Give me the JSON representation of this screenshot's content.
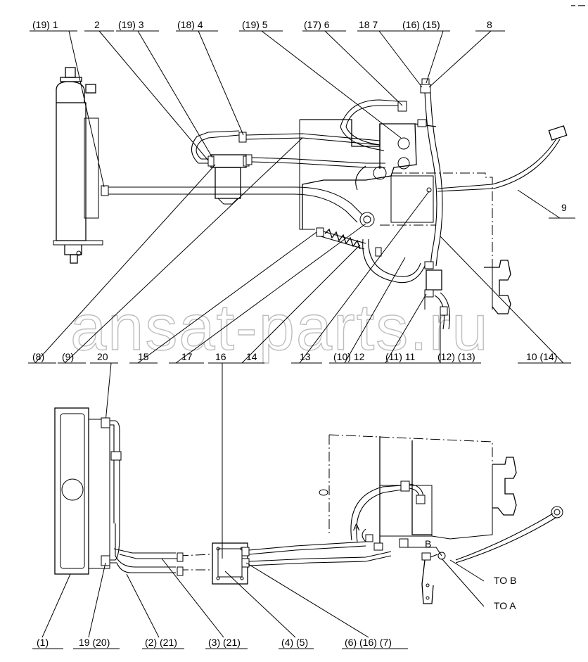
{
  "watermark": "ansat-parts.ru",
  "top_callouts": [
    "(19) 1",
    "2",
    "(19) 3",
    "(18) 4",
    "(19) 5",
    "(17) 6",
    "18 7",
    "(16) (15)",
    "8"
  ],
  "right_callouts": [
    "9",
    "10 (14)"
  ],
  "mid_callouts": [
    "(8)",
    "(9)",
    "20",
    "15",
    "17",
    "16",
    "14",
    "13",
    "(10) 12",
    "(11) 11",
    "(12) (13)"
  ],
  "bottom_callouts": [
    "(1)",
    "19 (20)",
    "(2) (21)",
    "(3) (21)",
    "(4) (5)",
    "(6) (16) (7)"
  ],
  "port_labels": [
    "A",
    "B"
  ],
  "to_labels": [
    "TO B",
    "TO A"
  ]
}
